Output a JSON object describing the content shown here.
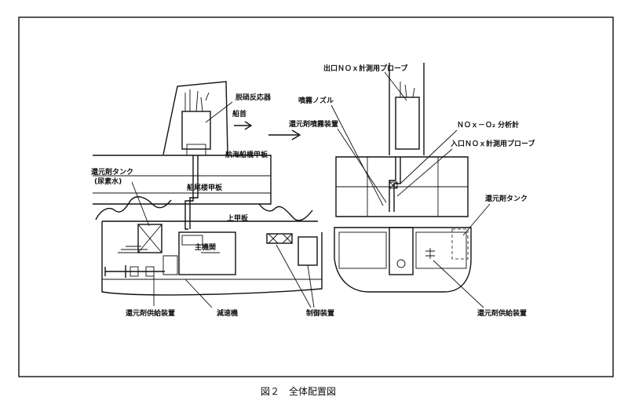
{
  "caption": "図２　全体配置図",
  "labels": {
    "denitration_reactor": "脱硝反応器",
    "bow": "船首",
    "navigation_bridge_deck": "航海船橋甲板",
    "reductant_tank_urea": "還元剤タンク",
    "urea_water": "(尿素水)",
    "poop_deck": "船尾楼甲板",
    "upper_deck": "上甲板",
    "main_engine": "主機関",
    "reductant_supply_left": "還元剤供給装置",
    "reduction_gear": "減速機",
    "control_device": "制御装置",
    "outlet_nox_probe": "出口ＮＯｘ計測用プローブ",
    "spray_nozzle": "噴霧ノズル",
    "reductant_spray_device": "還元剤噴霧装置",
    "nox_o2_analyzer": "ＮＯｘ－Ｏ₂ 分析計",
    "inlet_nox_probe": "入口ＮＯｘ計測用プローブ",
    "reductant_tank_right": "還元剤タンク",
    "reductant_supply_right": "還元剤供給装置"
  }
}
